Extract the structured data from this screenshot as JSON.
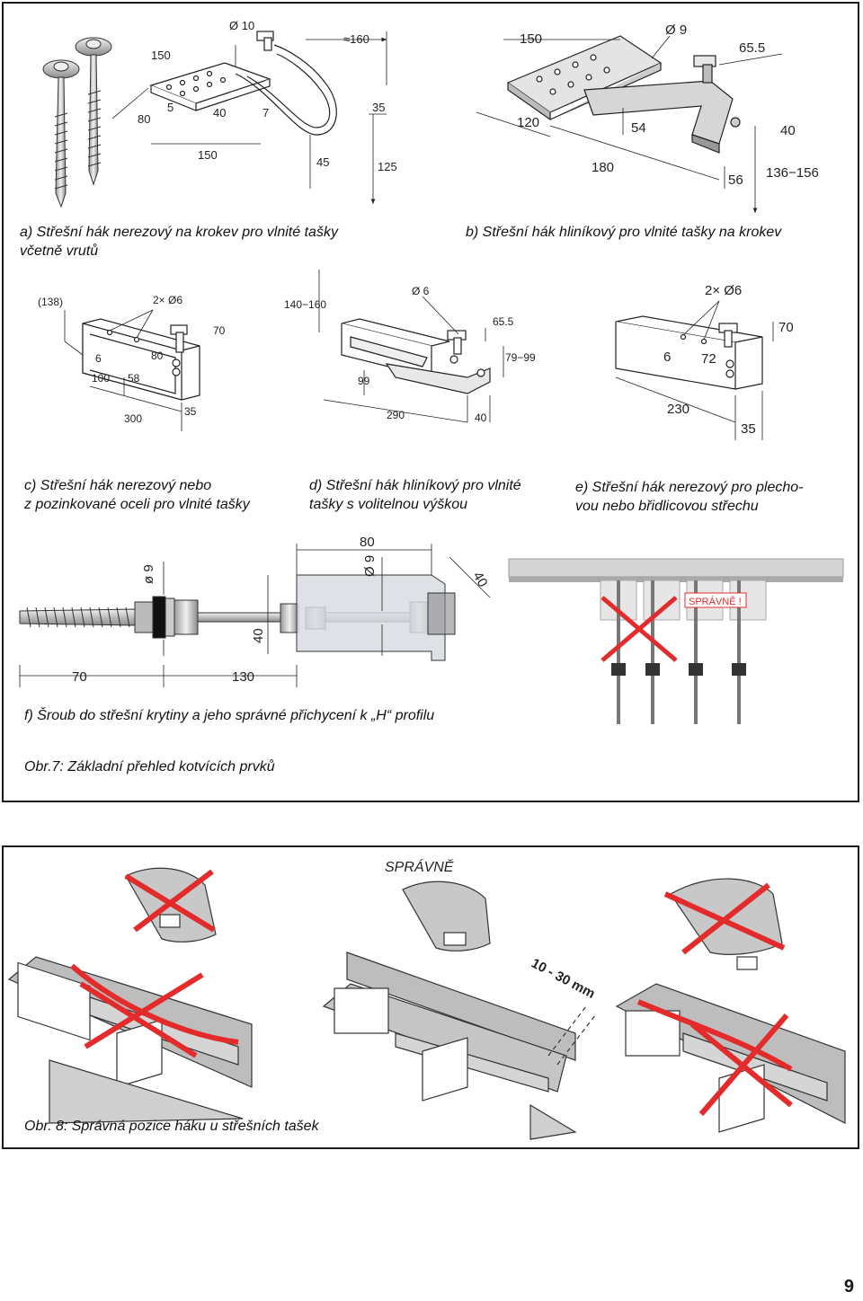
{
  "fig7": {
    "caption": "Obr.7: Základní přehled kotvících prvků",
    "a": {
      "caption_line1": "a) Střešní hák nerezový na krokev pro vlnité tašky",
      "caption_line2": "včetně vrutů",
      "dims": [
        "Ø 10",
        "≈160",
        "150",
        "80",
        "5",
        "40",
        "7",
        "35",
        "150",
        "45",
        "125"
      ]
    },
    "b": {
      "caption": "b) Střešní hák hliníkový pro vlnité tašky na krokev",
      "dims": [
        "150",
        "Ø  9",
        "65.5",
        "120",
        "54",
        "40",
        "180",
        "56",
        "136−156"
      ]
    },
    "c": {
      "caption_line1": "c) Střešní hák nerezový nebo",
      "caption_line2": "z pozinkované oceli pro vlnité tašky",
      "dims": [
        "(138)",
        "2× Ø6",
        "70",
        "6",
        "80",
        "100",
        "58",
        "300",
        "35"
      ]
    },
    "d": {
      "caption_line1": "d) Střešní hák hliníkový pro vlnité",
      "caption_line2": "tašky s volitelnou výškou",
      "dims": [
        "140−160",
        "Ø 6",
        "65.5",
        "79−99",
        "99",
        "290",
        "40"
      ]
    },
    "e": {
      "caption_line1": "e) Střešní hák nerezový pro plecho-",
      "caption_line2": "vou nebo břidlicovou střechu",
      "dims": [
        "2× Ø6",
        "70",
        "6",
        "72",
        "230",
        "35"
      ]
    },
    "f": {
      "caption": "f) Šroub do střešní krytiny a jeho správné přichycení k „H“ profilu",
      "dims": [
        "80",
        "ø 9",
        "Ø 9",
        "40",
        "40",
        "70",
        "130"
      ],
      "correct_label": "SPRÁVNĚ !"
    }
  },
  "fig8": {
    "caption": "Obr. 8: Správná pozice háku u střešních tašek",
    "correct_label": "SPRÁVNĚ",
    "gap_label": "10 - 30 mm"
  },
  "page_number": "9",
  "colors": {
    "cross": "#e32b2b",
    "line": "#1a1a1a",
    "metal": "#c9c9c9",
    "tile": "#b5b5b5"
  }
}
